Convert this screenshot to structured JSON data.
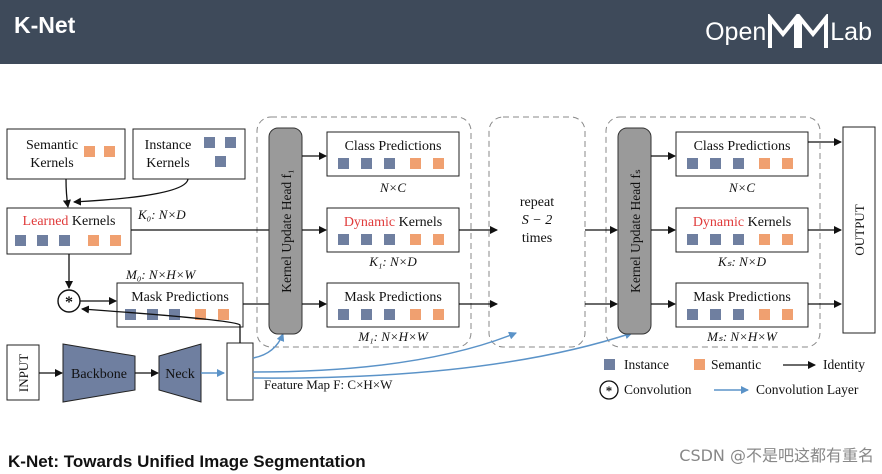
{
  "header": {
    "title": "K-Net",
    "logo_left": "Open",
    "logo_right": "Lab"
  },
  "caption": "K-Net: Towards Unified Image Segmentation",
  "watermark": "CSDN @不是吧这都有重名",
  "colors": {
    "instance": "#6f7fa0",
    "semantic": "#f0a070",
    "accent_red": "#e03b3b",
    "conv_arrow": "#5b93c8",
    "banner": "#3e4a5a"
  },
  "inputs": {
    "semantic_kernels": {
      "line1": "Semantic",
      "line2": "Kernels"
    },
    "instance_kernels": {
      "line1": "Instance",
      "line2": "Kernels"
    },
    "learned_kernels": {
      "colored": "Learned",
      "rest": " Kernels"
    },
    "k0": "K₀: N×D",
    "m0": "M₀: N×H×W",
    "mask_predictions": "Mask Predictions"
  },
  "pipeline": {
    "input": "INPUT",
    "backbone": "Backbone",
    "neck": "Neck",
    "feature_map": "Feature Map F: C×H×W"
  },
  "stage1": {
    "head": "Kernel Update Head f₁",
    "class_predictions": "Class Predictions",
    "class_dim": "N×C",
    "dynamic_colored": "Dynamic",
    "dynamic_rest": " Kernels",
    "k1": "K₁: N×D",
    "mask_predictions": "Mask Predictions",
    "m1": "M₁: N×H×W"
  },
  "repeat": {
    "line1": "repeat",
    "line2": "S − 2",
    "line3": "times"
  },
  "stageS": {
    "head": "Kernel Update Head fₛ",
    "class_predictions": "Class Predictions",
    "class_dim": "N×C",
    "dynamic_colored": "Dynamic",
    "dynamic_rest": " Kernels",
    "ks": "Kₛ: N×D",
    "mask_predictions": "Mask Predictions",
    "ms": "Mₛ: N×H×W"
  },
  "output": "OUTPUT",
  "legend": {
    "instance": "Instance",
    "semantic": "Semantic",
    "identity": "Identity",
    "convolution": "Convolution",
    "convolution_layer": "Convolution Layer"
  }
}
